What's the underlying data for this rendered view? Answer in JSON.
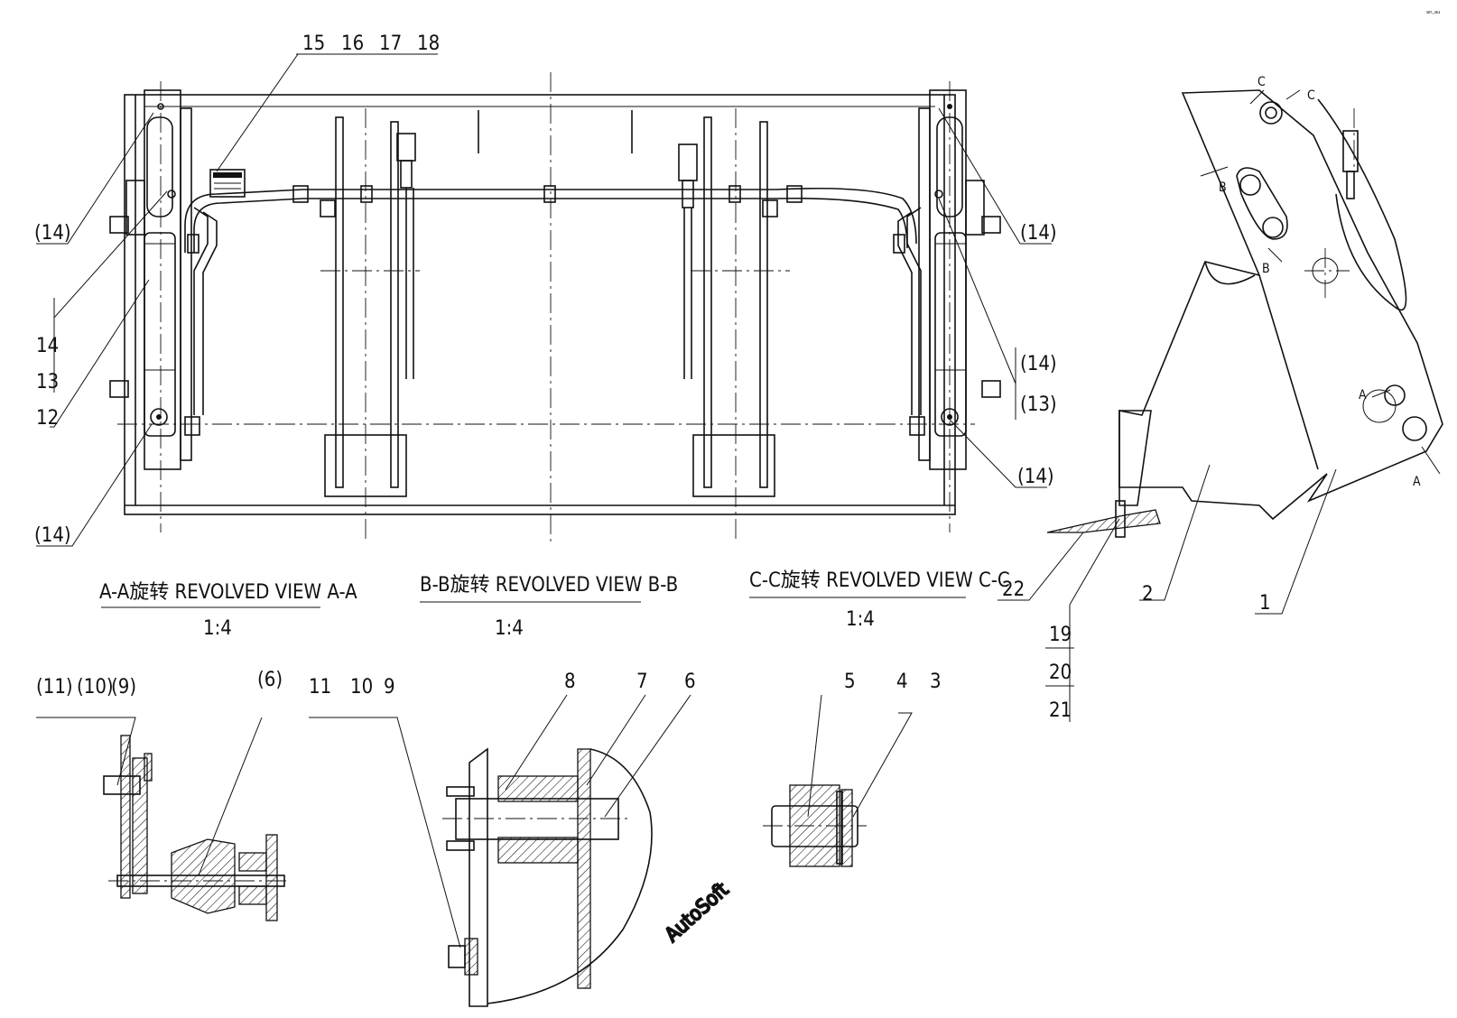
{
  "watermark": "AutoSoft",
  "corner_mark": "ᵃⁿ·ᵃᵘ",
  "views": [
    {
      "title": "A-A旋转 REVOLVED VIEW A-A",
      "scale": "1:4"
    },
    {
      "title": "B-B旋转 REVOLVED VIEW B-B",
      "scale": "1:4"
    },
    {
      "title": "C-C旋转 REVOLVED VIEW C-C",
      "scale": "1:4"
    }
  ],
  "balloons": {
    "front_top": [
      "15",
      "16",
      "17",
      "18"
    ],
    "front_left_top": "(14)",
    "front_left_stack": [
      "14",
      "13",
      "12"
    ],
    "front_left_bottom": "(14)",
    "front_right_top": "(14)",
    "front_right_stack": [
      "(14)",
      "(13)"
    ],
    "front_right_bottom": "(14)",
    "side_view": [
      "22",
      "2",
      "1"
    ],
    "side_stack": [
      "19",
      "20",
      "21"
    ],
    "section_aa": [
      "(11)",
      "(10)",
      "(9)",
      "(6)"
    ],
    "section_bb": [
      "11",
      "10",
      "9",
      "8",
      "7",
      "6"
    ],
    "section_cc": [
      "5",
      "4",
      "3"
    ]
  },
  "section_marks": {
    "a": "A",
    "b": "B",
    "c": "C"
  }
}
